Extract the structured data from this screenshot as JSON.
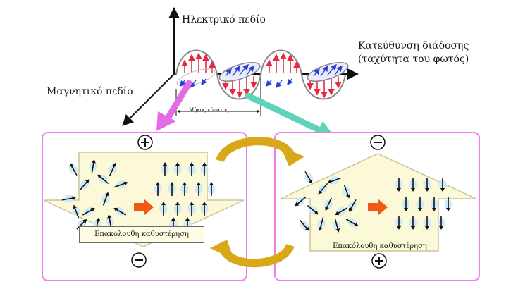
{
  "labels": {
    "electric_field": "Ηλεκτρικό πεδίο",
    "direction_line1": "Κατεύθυνση διάδοσης",
    "direction_line2": "(ταχύτητα του φωτός)",
    "magnetic_field": "Μαγνητικό πεδίο",
    "wavelength": "Μήκος κύματος"
  },
  "panels": {
    "left": {
      "top_sign": "+",
      "bottom_sign": "−",
      "caption": "Επακόλουθη καθυστέρηση"
    },
    "right": {
      "top_sign": "−",
      "bottom_sign": "+",
      "caption": "Επακόλουθη καθυστέρηση"
    }
  },
  "colors": {
    "electric_wave": "#e8283c",
    "magnetic_wave": "#2a3fd6",
    "panel_border": "#f07cf0",
    "magenta_arrow": "#e46be6",
    "teal_arrow": "#5fd3b9",
    "cycle_arrow": "#d9a818",
    "orange_arrow": "#f05a14",
    "arrow_shape_fill": "#fbf9d8",
    "dipole_bubble": "#cfe9f7"
  }
}
